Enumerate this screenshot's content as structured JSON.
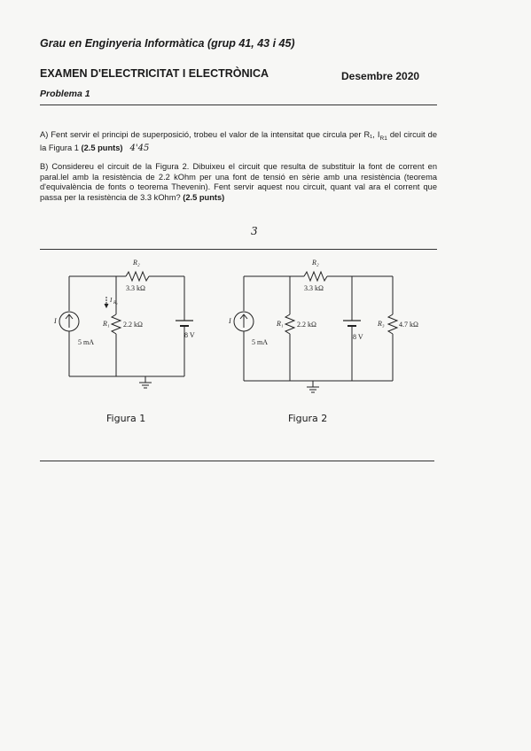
{
  "header": {
    "course": "Grau en Enginyeria Informàtica (grup 41, 43 i 45)",
    "exam_title": "EXAMEN D'ELECTRICITAT I ELECTRÒNICA",
    "date": "Desembre 2020",
    "problem": "Problema 1"
  },
  "part_a": {
    "text": "A) Fent servir el principi de superposició, trobeu el valor de la intensitat que circula per R₁, I",
    "sub": "R1",
    "text2": " del circuit de la Figura 1 ",
    "points": "(2.5 punts)",
    "handwritten": "4'45"
  },
  "part_b": {
    "text": "B) Considereu el circuit de la Figura 2. Dibuixeu el circuit que resulta de substituir la font de corrent en paral.lel amb la resistència de 2.2 kOhm per una font de tensió en sèrie amb una resistència (teorema d'equivalència de fonts o teorema Thevenin). Fent servir aquest nou circuit, quant val ara el corrent que passa per la resistència de 3.3 kOhm? ",
    "points": "(2.5 punts)",
    "handwritten": "3"
  },
  "figure1": {
    "caption": "Figura 1",
    "r2_label": "R₂",
    "r2_value": "3.3 kΩ",
    "r1_label": "R₁",
    "r1_value": "2.2 kΩ",
    "current_label": "I",
    "ir1_label": "I",
    "ir1_sub": "R₁",
    "source_value": "5 mA",
    "battery_value": "8 V"
  },
  "figure2": {
    "caption": "Figura 2",
    "r2_label": "R₂",
    "r2_value": "3.3 kΩ",
    "r1_label": "R₁",
    "r1_value": "2.2 kΩ",
    "r3_label": "R₃",
    "r3_value": "4.7 kΩ",
    "current_label": "I",
    "source_value": "5 mA",
    "battery_value": "8 V"
  }
}
